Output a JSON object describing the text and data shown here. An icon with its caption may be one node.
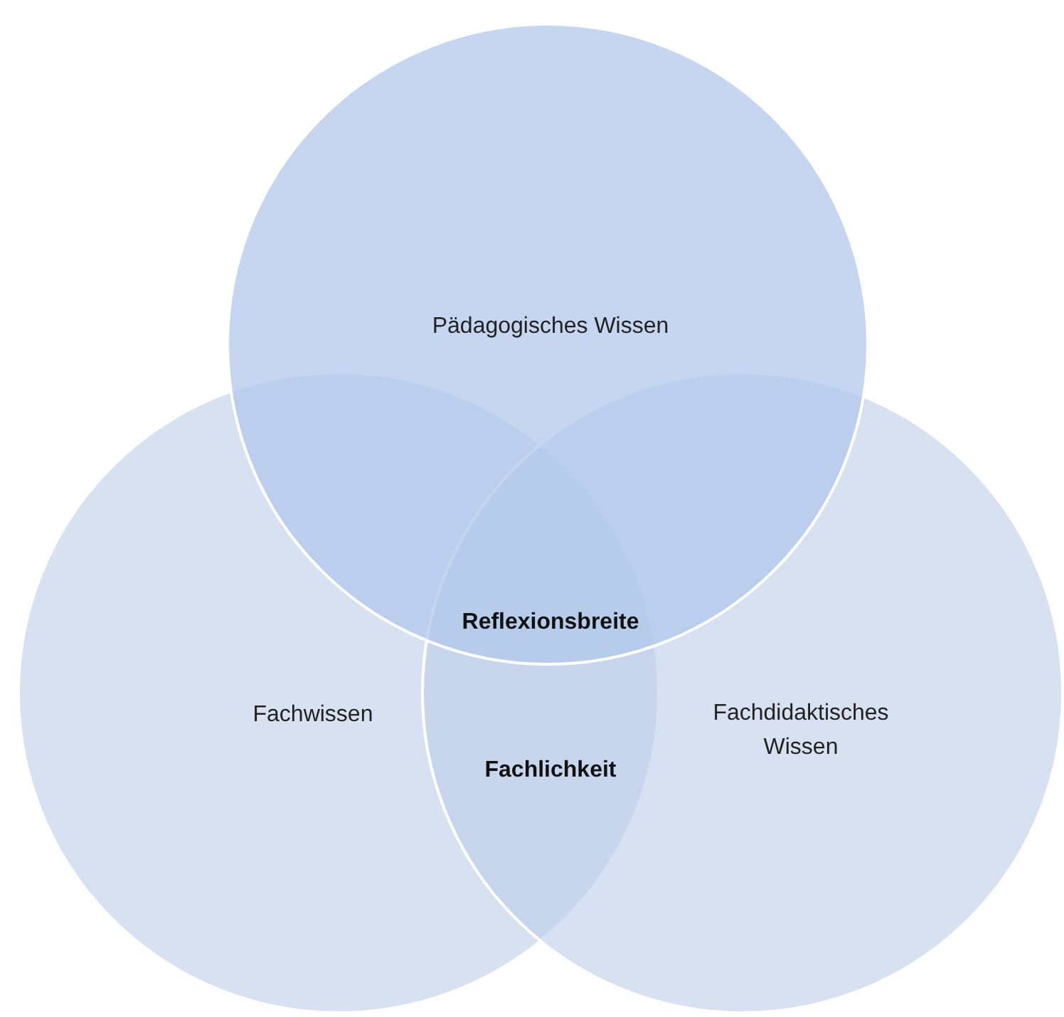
{
  "diagram": {
    "nodes": [
      {
        "text": [
          "Pädagogisches Wissen"
        ]
      },
      {
        "text": [
          "Fachwissen"
        ]
      },
      {
        "text": [
          "Fachdidaktisches Wissen"
        ]
      }
    ],
    "labels": [
      "Reflexionsbreite",
      "Fachlichkeit"
    ]
  }
}
